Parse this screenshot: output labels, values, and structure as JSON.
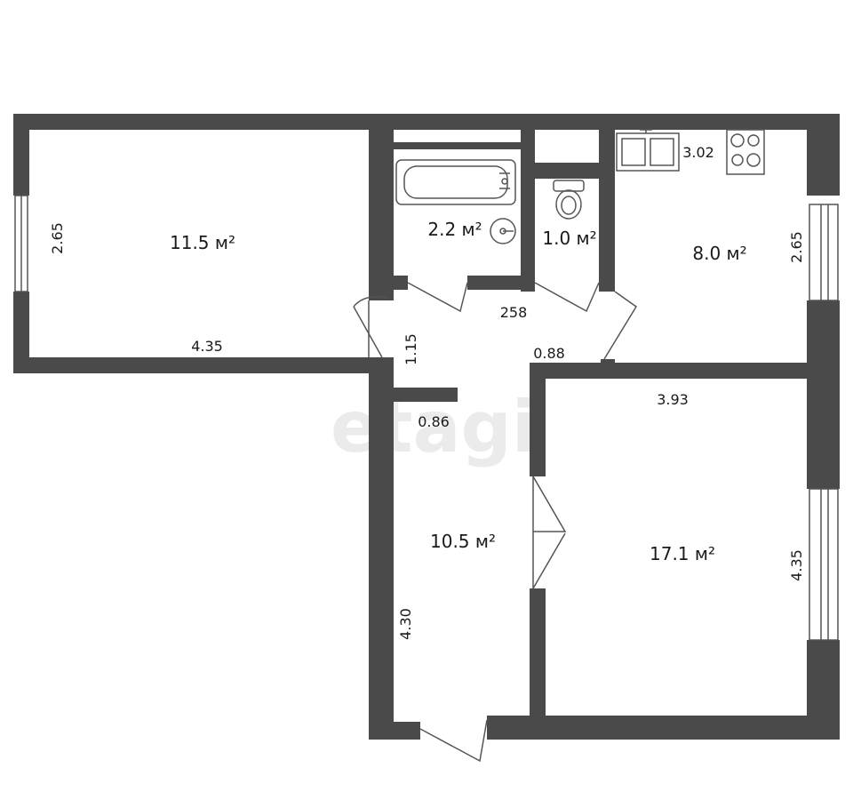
{
  "watermark": "etagi",
  "rooms": [
    {
      "id": "room-1",
      "area": "11.5 м²"
    },
    {
      "id": "bathroom",
      "area": "2.2 м²"
    },
    {
      "id": "toilet",
      "area": "1.0 м²"
    },
    {
      "id": "kitchen",
      "area": "8.0 м²"
    },
    {
      "id": "hallway",
      "area": "10.5 м²"
    },
    {
      "id": "room-2",
      "area": "17.1 м²"
    }
  ],
  "dimensions": {
    "room1_height": "2.65",
    "room1_width": "4.35",
    "kitchen_width": "3.02",
    "kitchen_height": "2.65",
    "corridor_width": "258",
    "corridor_depth": "1.15",
    "corridor_step": "0.88",
    "niche_width": "0.86",
    "room2_width": "3.93",
    "room2_height": "4.35",
    "hallway_height": "4.30"
  }
}
